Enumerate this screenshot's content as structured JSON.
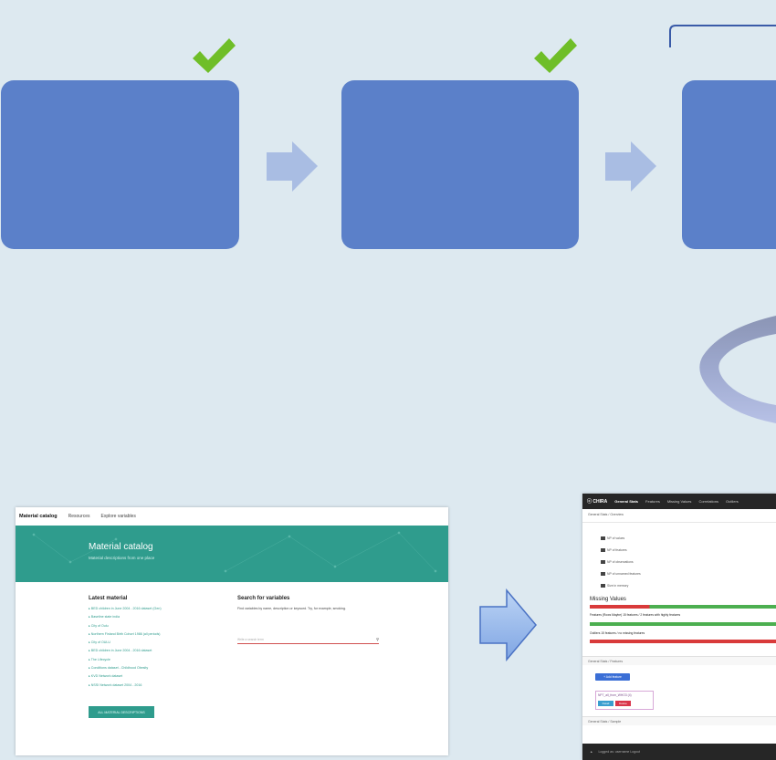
{
  "colors": {
    "background": "#dde9f0",
    "box": "#5b80c9",
    "check": "#6fbe28",
    "arrow": "#a9bde3",
    "teal": "#2f9c8d"
  },
  "icons": [
    "check-icon",
    "right-arrow-icon",
    "search-icon"
  ],
  "catalog": {
    "nav": {
      "brand": "Material catalog",
      "item1": "Resources",
      "item2": "Explore variables"
    },
    "hero": {
      "title": "Material catalog",
      "subtitle": "Material descriptions from one place"
    },
    "latest": {
      "heading": "Latest material",
      "items": [
        "▸ BED children in June 2004 - 2016 dataset (Gen)",
        "▸ Baseline state india",
        "▸ City of Oulu",
        "▸ Northern Finland Birth Cohort 1986 (all periods)",
        "▸ City of OULU",
        "▸ BED children in June 2004 - 2016 dataset",
        "▸ The Lifecycle",
        "▸ Conditions dataset - Childhood Obesity",
        "▸ KVD Network dataset",
        "▸ NSSI Network dataset 2004 - 2016"
      ],
      "button": "ALL MATERIAL DESCRIPTIONS"
    },
    "search": {
      "heading": "Search for variables",
      "desc": "Find variables by name, description or keyword. Try, for example, smoking.",
      "placeholder": "Write a search term"
    }
  },
  "dashboard": {
    "nav": {
      "logo": "ⓒ CHIRA",
      "active": "General Stats",
      "items": [
        "Features",
        "Missing Values",
        "Correlations",
        "Outliers"
      ]
    },
    "crumb1": "General Stats  /  Overview",
    "rows": [
      "NP of values",
      "NP of features",
      "NP of observations",
      "NP of unnamed features",
      "Size in memory"
    ],
    "missing_title": "Missing Values",
    "missing_label1": "Features (Rows Maybe) 15 features / 2 features with highly features",
    "missing_label2": "Outliers 15 features / no missing features",
    "crumb2": "General Stats  /  Features",
    "add_button": "+ Add feature",
    "tag": {
      "title": "NP7_all_from_WHO3 (4)",
      "btn1": "Detail",
      "btn2": "Delete"
    },
    "crumb3": "General Stats  /  Sample",
    "footer": "Logged as: username    Logout"
  }
}
